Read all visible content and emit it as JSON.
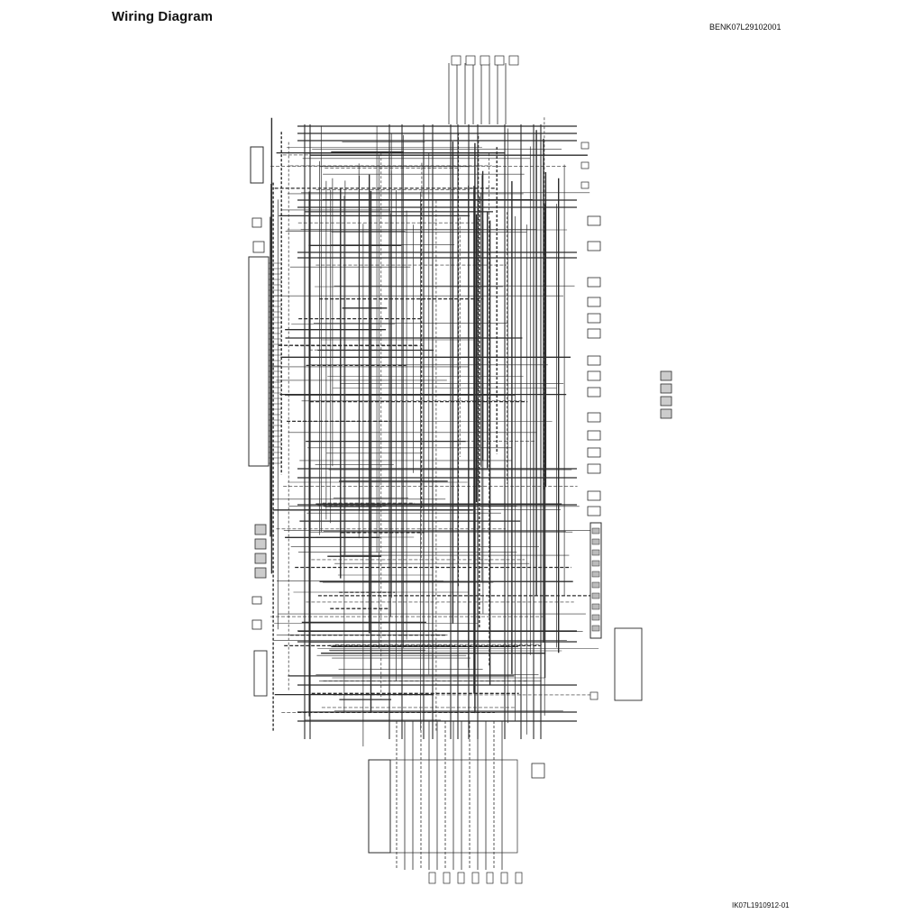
{
  "header": {
    "title": "Wiring Diagram",
    "doc_code": "BENK07L29102001"
  },
  "footer": {
    "figure_code": "IK07L1910912-01"
  },
  "diagram": {
    "ink_color": "#2b2b2b",
    "components": [
      {
        "id": "ecm",
        "icon": "ecm-block"
      },
      {
        "id": "abs-control-unit",
        "icon": "connector-block"
      },
      {
        "id": "combination-meter",
        "icon": "meter-block"
      },
      {
        "id": "fuse-box",
        "icon": "fuse-block"
      },
      {
        "id": "handle-switch-rh",
        "icon": "switch-block"
      },
      {
        "id": "handle-switch-lh",
        "icon": "switch-block"
      },
      {
        "id": "ignition-coils",
        "icon": "coil-icons"
      },
      {
        "id": "fuel-injectors",
        "icon": "injector-icons"
      },
      {
        "id": "sensors-right",
        "icon": "sensor-icons"
      },
      {
        "id": "lamps-bottom",
        "icon": "lamp-icons"
      },
      {
        "id": "lamps-top",
        "icon": "lamp-icons"
      }
    ]
  }
}
